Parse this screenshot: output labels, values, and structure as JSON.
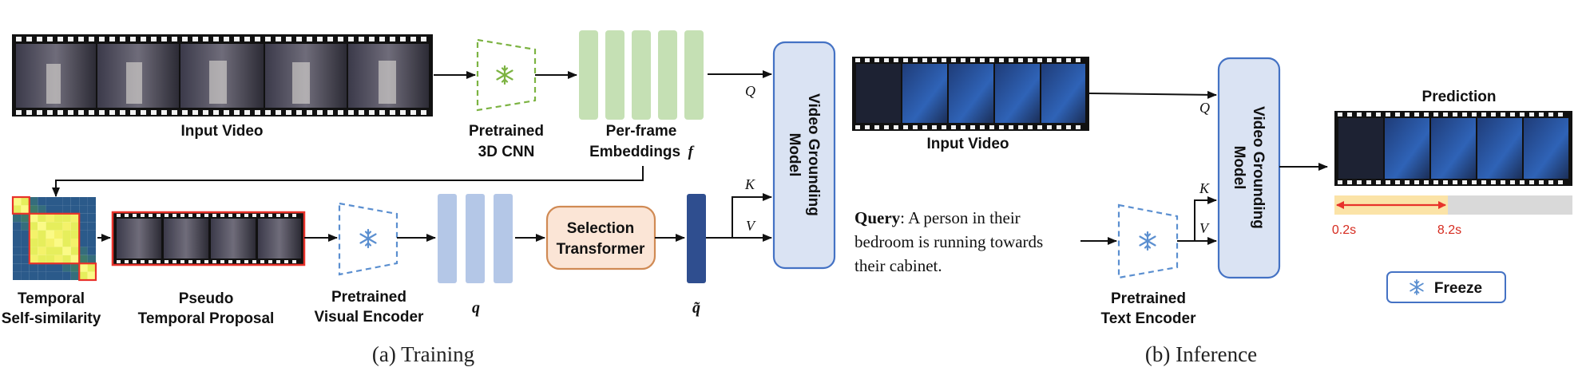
{
  "colors": {
    "arrow": "#111111",
    "cnn_green": "#7cb342",
    "embed_green": "#c5e0b4",
    "encoder_blue": "#5b8fd0",
    "q_light": "#b4c7e7",
    "q_dark": "#2f4e8f",
    "grounding_fill": "#dae3f3",
    "grounding_border": "#4472c4",
    "selection_fill": "#fbe5d6",
    "selection_border": "#d08a54",
    "proposal_border": "#e8322a",
    "pred_bar": "#fbe3a7",
    "timeline_bg": "#d9d9d9",
    "red_text": "#d62b1f"
  },
  "icons": [
    "snowflake-icon",
    "film-strip-icon"
  ],
  "training": {
    "input_video_label": "Input Video",
    "cnn_label_1": "Pretrained",
    "cnn_label_2": "3D CNN",
    "embed_label_1": "Per-frame",
    "embed_label_2": "Embeddings",
    "embed_symbol": "f",
    "ssm_label_1": "Temporal",
    "ssm_label_2": "Self-similarity",
    "proposal_label_1": "Pseudo",
    "proposal_label_2": "Temporal Proposal",
    "visual_enc_label_1": "Pretrained",
    "visual_enc_label_2": "Visual Encoder",
    "q_symbol": "q",
    "selection_label_1": "Selection",
    "selection_label_2": "Transformer",
    "q_tilde_symbol": "q̃",
    "grounding_label_1": "Video Grounding",
    "grounding_label_2": "Model",
    "Q": "Q",
    "K": "K",
    "V": "V",
    "caption": "(a)  Training"
  },
  "inference": {
    "input_video_label": "Input Video",
    "query_bold": "Query",
    "query_line1": ": A person in their",
    "query_line2": "bedroom is running towards",
    "query_line3": "their cabinet.",
    "text_enc_label_1": "Pretrained",
    "text_enc_label_2": "Text Encoder",
    "grounding_label_1": "Video Grounding",
    "grounding_label_2": "Model",
    "Q": "Q",
    "K": "K",
    "V": "V",
    "prediction_label": "Prediction",
    "start_time": "0.2s",
    "end_time": "8.2s",
    "freeze_label": "Freeze",
    "caption": "(b)  Inference"
  }
}
